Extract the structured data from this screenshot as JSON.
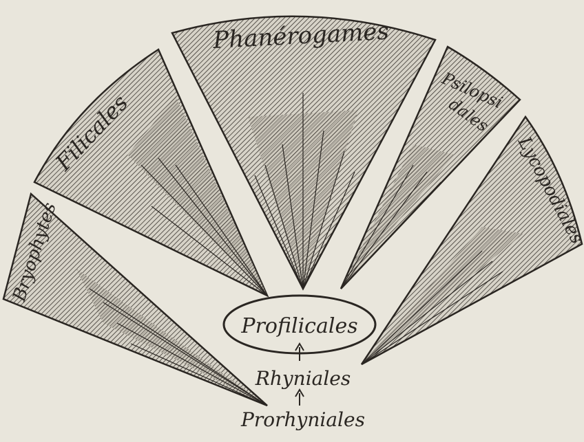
{
  "diagram": {
    "groups": [
      {
        "id": "bryophytes",
        "label": "Bryophytes"
      },
      {
        "id": "filicales",
        "label": "Filicales"
      },
      {
        "id": "phanerogames",
        "label": "Phanérogames"
      },
      {
        "id": "psilopsidales",
        "label": "Psilopsidales",
        "label_lines": [
          "Psilopsi",
          "dales"
        ]
      },
      {
        "id": "lycopodiales",
        "label": "Lycopodiales"
      }
    ],
    "core": {
      "label": "Profilicales"
    },
    "stem": [
      {
        "label": "Rhyniales"
      },
      {
        "label": "Prorhyniales"
      }
    ]
  },
  "colors": {
    "ink": "#2a2622",
    "paper": "#e9e6dc",
    "hatch_fill": "#9a958a"
  }
}
